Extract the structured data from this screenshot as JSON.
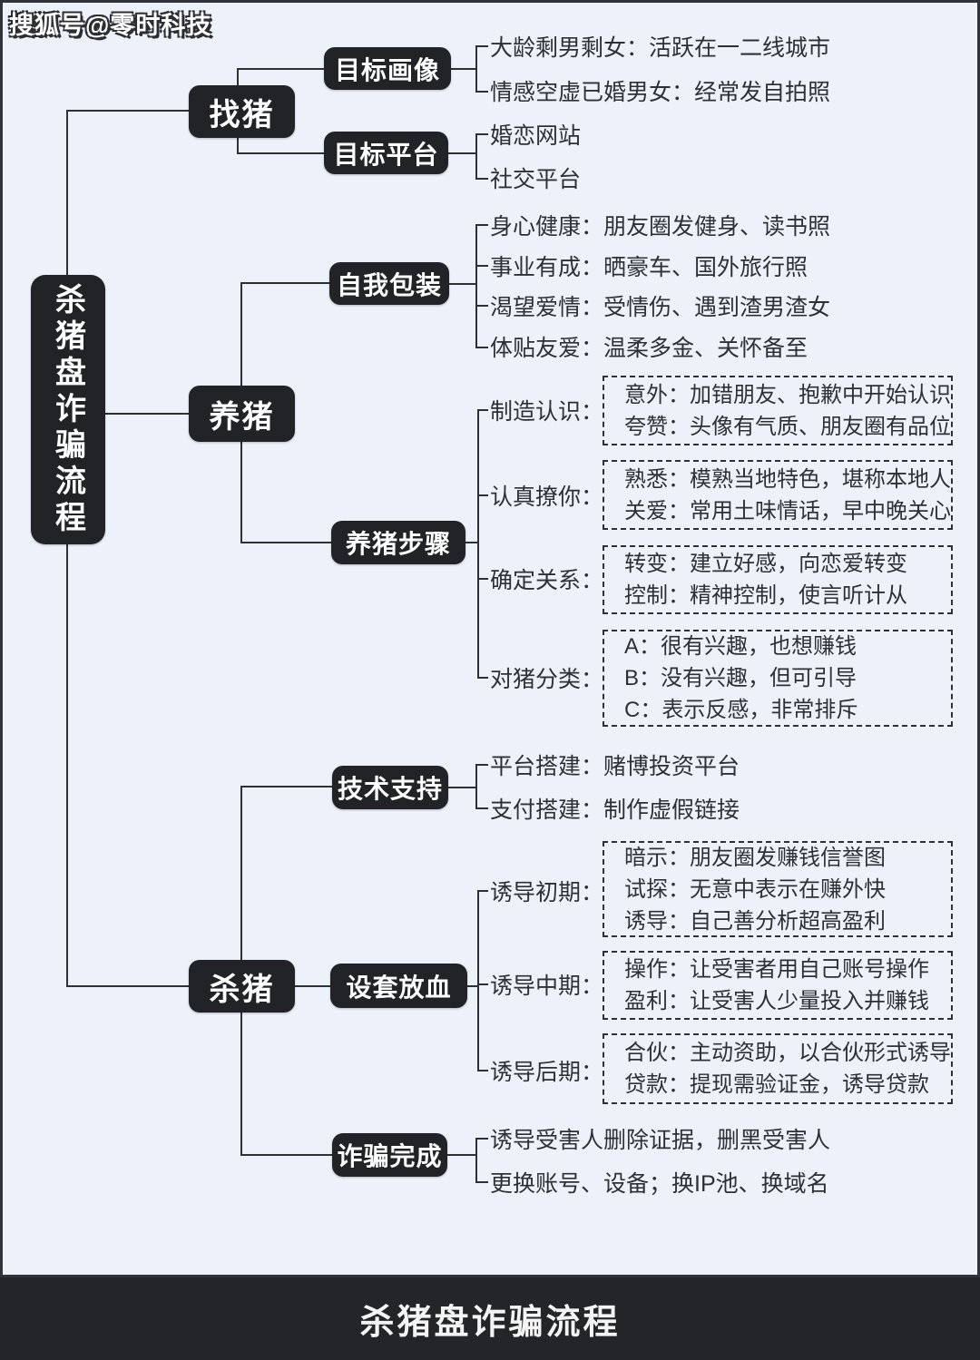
{
  "watermark": "搜狐号@零时科技",
  "root": {
    "label": "杀猪盘诈骗流程"
  },
  "footer": {
    "title": "杀猪盘诈骗流程"
  },
  "colors": {
    "canvas_bg": "#edf2fa",
    "node_bg": "#212326",
    "node_text": "#ffffff",
    "line": "#2e3134",
    "text": "#2d3034",
    "footer_bg": "#232528"
  },
  "branches": {
    "find": {
      "label": "找猪",
      "children": {
        "portrait": {
          "label": "目标画像",
          "leaves": [
            "大龄剩男剩女：活跃在一二线城市",
            "情感空虚已婚男女：经常发自拍照"
          ]
        },
        "platform": {
          "label": "目标平台",
          "leaves": [
            "婚恋网站",
            "社交平台"
          ]
        }
      }
    },
    "raise": {
      "label": "养猪",
      "children": {
        "package": {
          "label": "自我包装",
          "leaves": [
            "身心健康：朋友圈发健身、读书照",
            "事业有成：晒豪车、国外旅行照",
            "渴望爱情：受情伤、遇到渣男渣女",
            "体贴友爱：温柔多金、关怀备至"
          ]
        },
        "steps": {
          "label": "养猪步骤",
          "groups": [
            {
              "label": "制造认识：",
              "lines": [
                "意外：加错朋友、抱歉中开始认识",
                "夸赞：头像有气质、朋友圈有品位"
              ]
            },
            {
              "label": "认真撩你：",
              "lines": [
                "熟悉：模熟当地特色，堪称本地人",
                "关爱：常用土味情话，早中晚关心"
              ]
            },
            {
              "label": "确定关系：",
              "lines": [
                "转变：建立好感，向恋爱转变",
                "控制：精神控制，使言听计从"
              ]
            },
            {
              "label": "对猪分类：",
              "lines": [
                "A：很有兴趣，也想赚钱",
                "B：没有兴趣，但可引导",
                "C：表示反感，非常排斥"
              ]
            }
          ]
        }
      }
    },
    "kill": {
      "label": "杀猪",
      "children": {
        "tech": {
          "label": "技术支持",
          "leaves": [
            "平台搭建：赌博投资平台",
            "支付搭建：制作虚假链接"
          ]
        },
        "trap": {
          "label": "设套放血",
          "groups": [
            {
              "label": "诱导初期：",
              "lines": [
                "暗示：朋友圈发赚钱信誉图",
                "试探：无意中表示在赚外快",
                "诱导：自己善分析超高盈利"
              ]
            },
            {
              "label": "诱导中期：",
              "lines": [
                "操作：让受害者用自己账号操作",
                "盈利：让受害人少量投入并赚钱"
              ]
            },
            {
              "label": "诱导后期：",
              "lines": [
                "合伙：主动资助，以合伙形式诱导",
                "贷款：提现需验证金，诱导贷款"
              ]
            }
          ]
        },
        "done": {
          "label": "诈骗完成",
          "leaves": [
            "诱导受害人删除证据，删黑受害人",
            "更换账号、设备；换IP池、换域名"
          ]
        }
      }
    }
  }
}
